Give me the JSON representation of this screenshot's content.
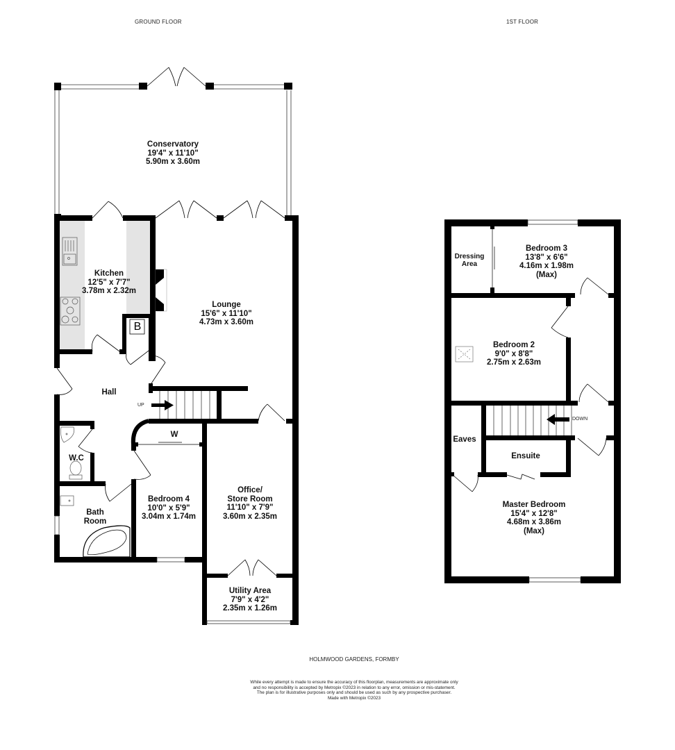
{
  "floors": {
    "ground": {
      "title": "GROUND FLOOR",
      "rooms": {
        "conservatory": {
          "name": "Conservatory",
          "imperial": "19'4\"  x 11'10\"",
          "metric": "5.90m  x 3.60m"
        },
        "kitchen": {
          "name": "Kitchen",
          "imperial": "12'5\"  x 7'7\"",
          "metric": "3.78m  x 2.32m"
        },
        "lounge": {
          "name": "Lounge",
          "imperial": "15'6\"  x 11'10\"",
          "metric": "4.73m  x 3.60m"
        },
        "hall": {
          "name": "Hall"
        },
        "wc": {
          "name": "W.C"
        },
        "bathroom": {
          "name_line1": "Bath",
          "name_line2": "Room"
        },
        "bedroom4": {
          "name": "Bedroom 4",
          "imperial": "10'0\"  x 5'9\"",
          "metric": "3.04m  x 1.74m"
        },
        "office": {
          "name_line1": "Office/",
          "name_line2": "Store Room",
          "imperial": "11'10\"  x 7'9\"",
          "metric": "3.60m  x 2.35m"
        },
        "utility": {
          "name": "Utility Area",
          "imperial": "7'9\"  x 4'2\"",
          "metric": "2.35m  x 1.26m"
        }
      },
      "labels": {
        "boiler": "B",
        "wardrobe": "W",
        "stairs_up": "UP"
      }
    },
    "first": {
      "title": "1ST FLOOR",
      "rooms": {
        "dressing": {
          "name_line1": "Dressing",
          "name_line2": "Area"
        },
        "bedroom3": {
          "name": "Bedroom 3",
          "imperial": "13'8\"  x 6'6\"",
          "metric": "4.16m  x 1.98m",
          "note": "(Max)"
        },
        "bedroom2": {
          "name": "Bedroom 2",
          "imperial": "9'0\"  x 8'8\"",
          "metric": "2.75m  x 2.63m"
        },
        "eaves": {
          "name": "Eaves"
        },
        "ensuite": {
          "name": "Ensuite"
        },
        "master": {
          "name": "Master Bedroom",
          "imperial": "15'4\"  x 12'8\"",
          "metric": "4.68m  x 3.86m",
          "note": "(Max)"
        }
      },
      "labels": {
        "stairs_down": "DOWN"
      }
    }
  },
  "footer": {
    "address": "HOLMWOOD GARDENS, FORMBY",
    "disclaimer": [
      "While every attempt is made to ensure the accuracy of this floorplan, measurements are approximate only",
      "and no responsibility is accepted by Metropix ©2023 in relation to any error, omission or mis-statement.",
      "The plan is for illustrative purposes only and should be used as such by any prospective purchaser.",
      "Made with Metropix ©2023"
    ]
  },
  "colors": {
    "wall": "#000000",
    "counter": "#e4e4e4",
    "background": "#ffffff"
  }
}
